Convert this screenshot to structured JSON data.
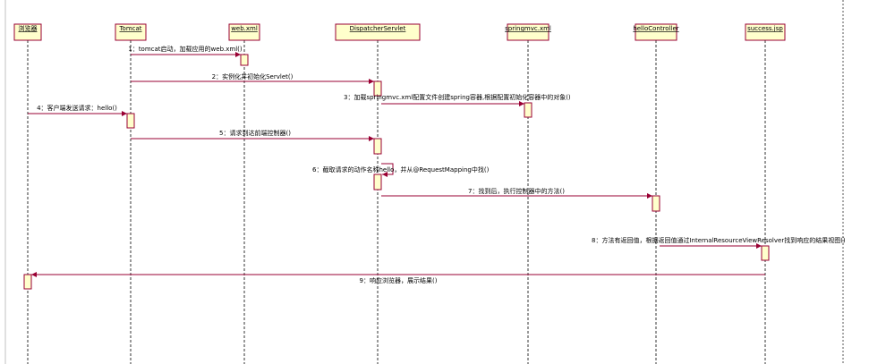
{
  "diagram": {
    "type": "uml-sequence",
    "lifelines": [
      {
        "id": "browser",
        "label": "浏览器"
      },
      {
        "id": "tomcat",
        "label": "Tomcat"
      },
      {
        "id": "webxml",
        "label": "web.xml"
      },
      {
        "id": "dispatcher",
        "label": "DispatcherServlet"
      },
      {
        "id": "springmvcxml",
        "label": "springmvc.xml"
      },
      {
        "id": "controller",
        "label": "helloController"
      },
      {
        "id": "successjsp",
        "label": "success.jsp"
      }
    ],
    "messages": [
      {
        "label": "1：tomcat启动，加载应用的web.xml()",
        "from": "tomcat",
        "to": "webxml"
      },
      {
        "label": "2：实例化并初始化Servlet()",
        "from": "tomcat",
        "to": "dispatcher"
      },
      {
        "label": "3：加载springmvc.xml配置文件创建spring容器,根据配置初始化容器中的对象()",
        "from": "dispatcher",
        "to": "springmvcxml"
      },
      {
        "label": "4：客户端发送请求：hello()",
        "from": "browser",
        "to": "tomcat"
      },
      {
        "label": "5：请求到达前端控制器()",
        "from": "tomcat",
        "to": "dispatcher"
      },
      {
        "label": "6：截取请求的动作名称hello，并从@RequestMapping中找()",
        "from": "dispatcher",
        "to": "dispatcher"
      },
      {
        "label": "7：找到后，执行控制器中的方法()",
        "from": "dispatcher",
        "to": "controller"
      },
      {
        "label": "8：方法有返回值，根据返回值通过InternalResourceViewResolver找到响应的结果视图()",
        "from": "controller",
        "to": "successjsp"
      },
      {
        "label": "9：响应浏览器，展示结果()",
        "from": "successjsp",
        "to": "browser"
      }
    ]
  },
  "colors": {
    "lifeline_fill": "#ffffcc",
    "lifeline_border": "#990033",
    "message_line": "#990033",
    "text": "#000000",
    "page_border": "#c0c0c0"
  }
}
